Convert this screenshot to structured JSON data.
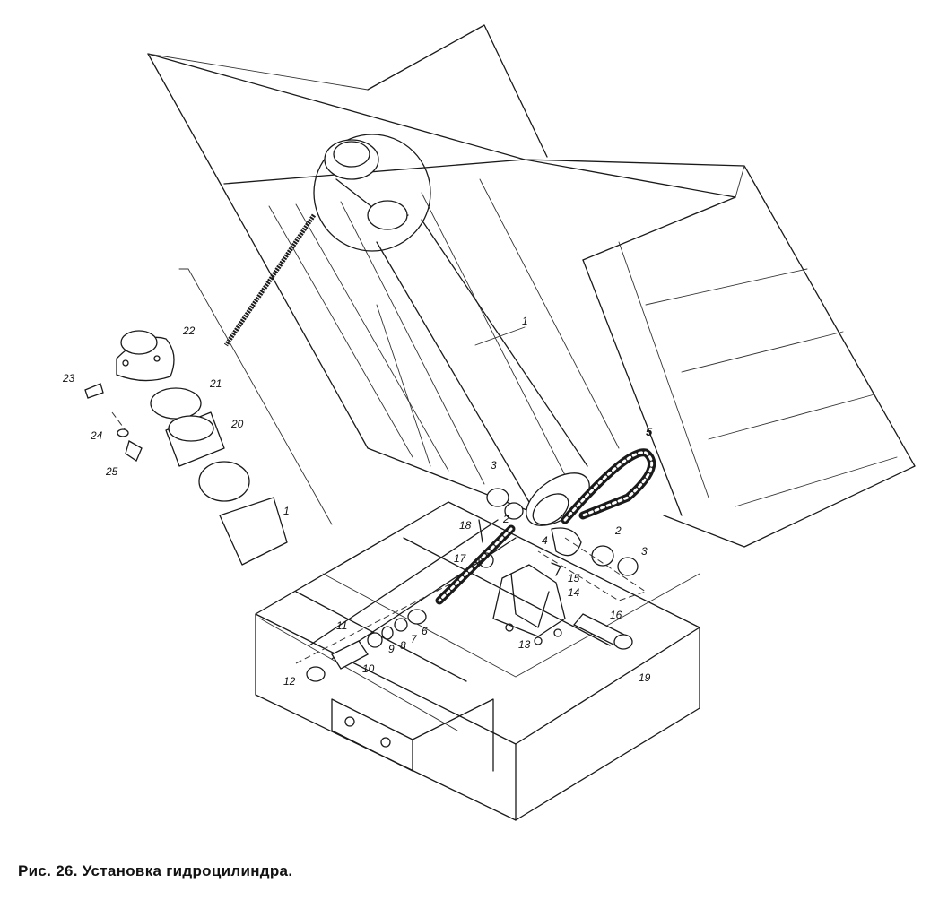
{
  "caption": "Рис. 26. Установка гидроцилиндра.",
  "labels": [
    "1",
    "1",
    "2",
    "2",
    "3",
    "3",
    "4",
    "5",
    "6",
    "7",
    "8",
    "9",
    "10",
    "11",
    "12",
    "13",
    "14",
    "15",
    "16",
    "17",
    "18",
    "19",
    "20",
    "21",
    "22",
    "23",
    "24",
    "25"
  ]
}
